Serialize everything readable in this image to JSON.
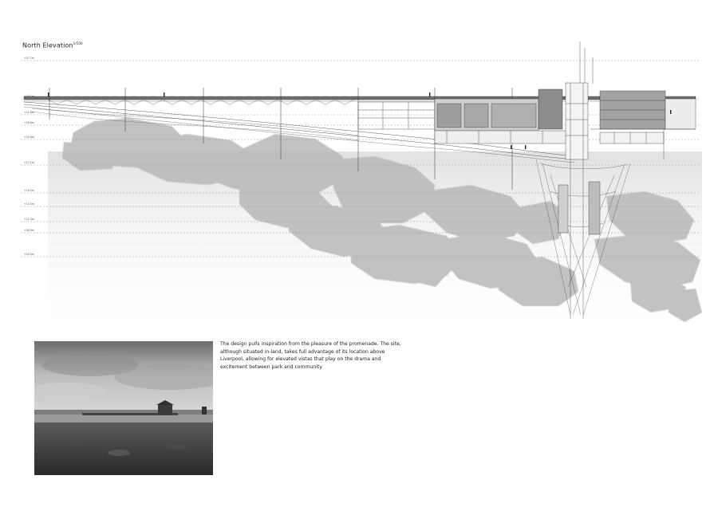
{
  "drawing": {
    "title": "North Elevation",
    "scale": "1/500",
    "levels": [
      "+57.7m",
      "+46.1m",
      "+41.8m",
      "+38.8m",
      "+34.6m",
      "+27.1m",
      "+18.3m",
      "+14.3m",
      "+12.3m",
      "+08.9m",
      "+00.0m"
    ]
  },
  "caption": {
    "text": "The design pulls inspiration from the pleasure of the promenade. The site, although situated in-land, takes full advantage of its location above Liverpool, allowing for elevated vistas that play on the drama and excitement between park and community."
  },
  "photo": {
    "description": "black-and-white-site-photo"
  },
  "colors": {
    "ink": "#333333",
    "rock": "#b5b5b5",
    "guide": "#999999"
  }
}
